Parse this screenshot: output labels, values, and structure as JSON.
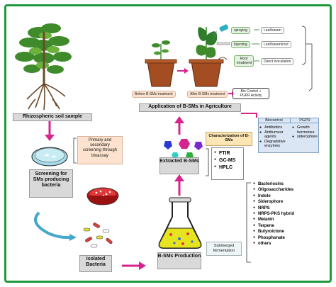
{
  "soil_sample": {
    "label": "Rhizospheric soil sample"
  },
  "screening": {
    "title": "Screening for SMs producing bacteria",
    "note": "Primary and secondary screening through bioassay"
  },
  "isolated": {
    "label": "Isolated Bacteria"
  },
  "production": {
    "label": "B-SMs Production",
    "note": "Submerged fermentation"
  },
  "extracted": {
    "label": "Extracted B-SMs"
  },
  "characterization": {
    "title": "Characterization of B-SMs",
    "methods": [
      "FTIR",
      "GC-MS",
      "HPLC"
    ]
  },
  "metabolites": [
    "Bacteriosins",
    "Oligosaccharides",
    "Indole",
    "Siderophore",
    "NRPS",
    "NRPS-PKS hybrid",
    "Melanin",
    "Terpene",
    "Butyrolctone",
    "Phosphonate",
    "others"
  ],
  "application": {
    "title": "Application of B-SMs in Agriculture"
  },
  "roles": {
    "biocontrol_header": "Biocontrol",
    "pgpr_header": "PGPR",
    "biocontrol_items": [
      "Antibiotics",
      "Antitumour agents",
      "Degradative enzymes"
    ],
    "pgpr_items": [
      "Growth hormones",
      "siderophore"
    ]
  },
  "treatment": {
    "before_label": "Before B-SMs treatment",
    "after_label": "After B-SMs treatment",
    "activity": "Bio Control + PGPR Activity",
    "methods": [
      "spraying",
      "Injecting",
      "Root treatment"
    ],
    "targets": [
      "Leaf/steam",
      "Leaf/steam/root",
      "Direct inoculation"
    ]
  },
  "colors": {
    "frame": "#1e9a3c",
    "arrow": "#d6248f",
    "note_fill": "#fde3cf",
    "char_fill": "#fde6b4",
    "roles_fill": "#dbe6f4",
    "flask_liquid": "#e6e41f"
  }
}
